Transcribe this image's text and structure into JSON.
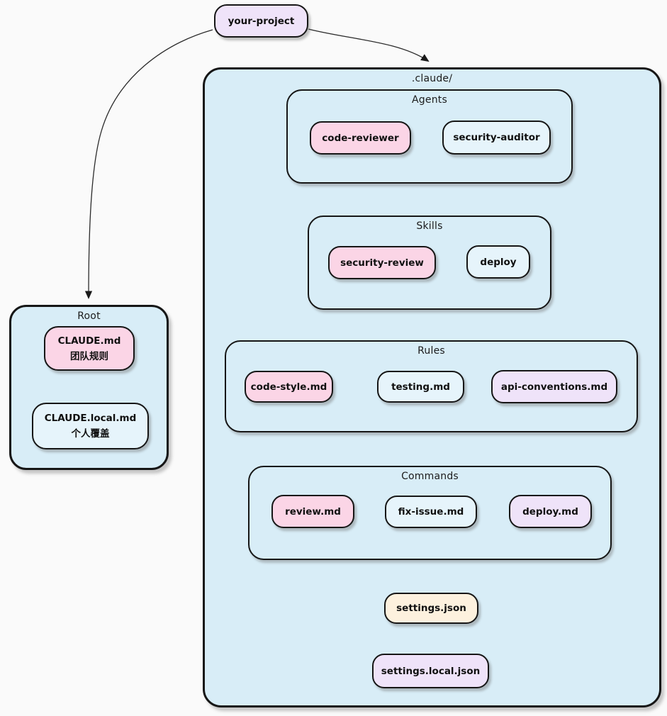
{
  "colors": {
    "background": "#fafafa",
    "container-blue": "#d8edf7",
    "node-blue": "#e6f4fb",
    "node-pink": "#fbd5e6",
    "node-lavender": "#efe3f9",
    "node-cream": "#fdf1de",
    "border": "#161616",
    "edge": "#2a2a2a"
  },
  "nodes": {
    "your_project": {
      "label": "your-project"
    }
  },
  "claude_container": {
    "title": ".claude/"
  },
  "groups": [
    {
      "title": "Agents",
      "nodes": [
        {
          "label": "code-reviewer"
        },
        {
          "label": "security-auditor"
        }
      ]
    },
    {
      "title": "Skills",
      "nodes": [
        {
          "label": "security-review"
        },
        {
          "label": "deploy"
        }
      ]
    },
    {
      "title": "Rules",
      "nodes": [
        {
          "label": "code-style.md"
        },
        {
          "label": "testing.md"
        },
        {
          "label": "api-conventions.md"
        }
      ]
    },
    {
      "title": "Commands",
      "nodes": [
        {
          "label": "review.md"
        },
        {
          "label": "fix-issue.md"
        },
        {
          "label": "deploy.md"
        }
      ]
    }
  ],
  "settings": [
    {
      "label": "settings.json"
    },
    {
      "label": "settings.local.json"
    }
  ],
  "root_group": {
    "title": "Root",
    "nodes": [
      {
        "line1": "CLAUDE.md",
        "line2": "团队规则"
      },
      {
        "line1": "CLAUDE.local.md",
        "line2": "个人覆盖"
      }
    ]
  },
  "edges": [
    {
      "from": "your-project",
      "to": "Root"
    },
    {
      "from": "your-project",
      "to": ".claude/"
    }
  ]
}
